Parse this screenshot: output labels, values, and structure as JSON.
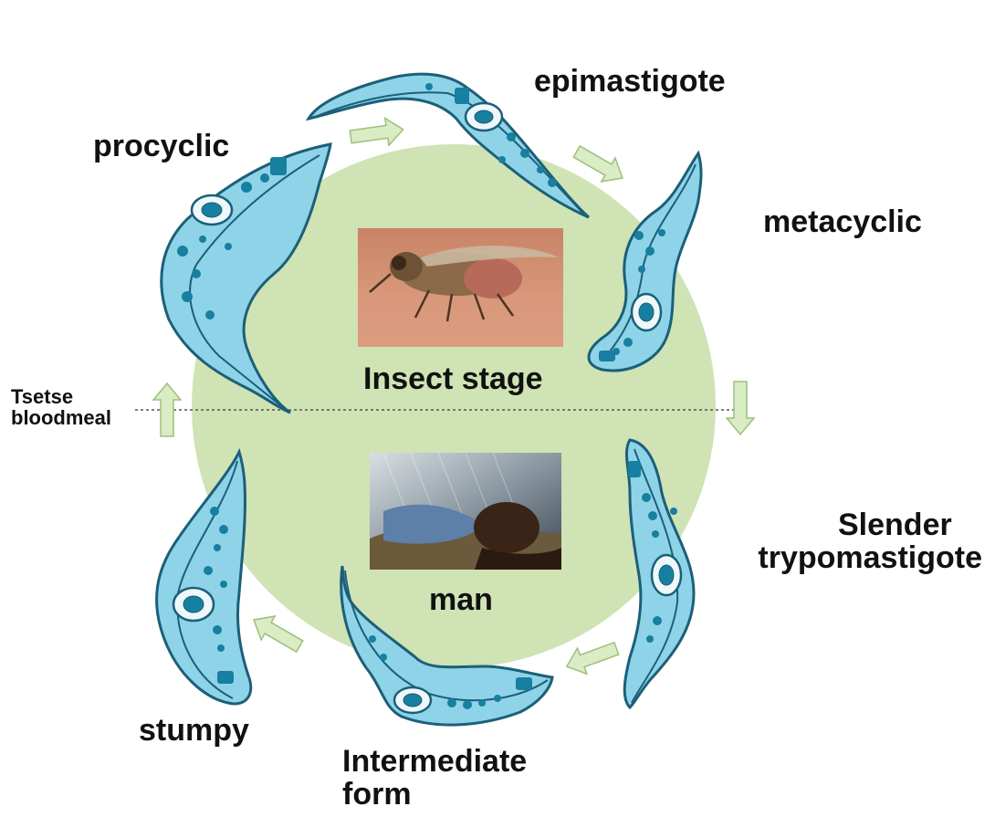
{
  "stages": {
    "procyclic": "procyclic",
    "epimastigote": "epimastigote",
    "metacyclic": "metacyclic",
    "slender_line1": "Slender",
    "slender_line2": "trypomastigote",
    "intermediate_line1": "Intermediate",
    "intermediate_line2": "form",
    "stumpy": "stumpy"
  },
  "boundary": {
    "line1": "Tsetse",
    "line2": "bloodmeal"
  },
  "hosts": {
    "insect": "Insect stage",
    "human": "man"
  },
  "colors": {
    "circle": "#cfe3b4",
    "arrow_fill": "#d9ecc4",
    "arrow_stroke": "#9dbf7e",
    "cell_fill": "#8fd3e8",
    "cell_stroke": "#1c5f78",
    "organelle": "#177fa0",
    "nucleus": "#eef8fb",
    "dotted_line": "#555555"
  },
  "icons": {
    "insect_photo": "tsetse-fly-photo",
    "human_photo": "sleeping-child-photo",
    "parasite": "trypanosome-cell-icon",
    "arrow": "cycle-arrow-icon"
  }
}
